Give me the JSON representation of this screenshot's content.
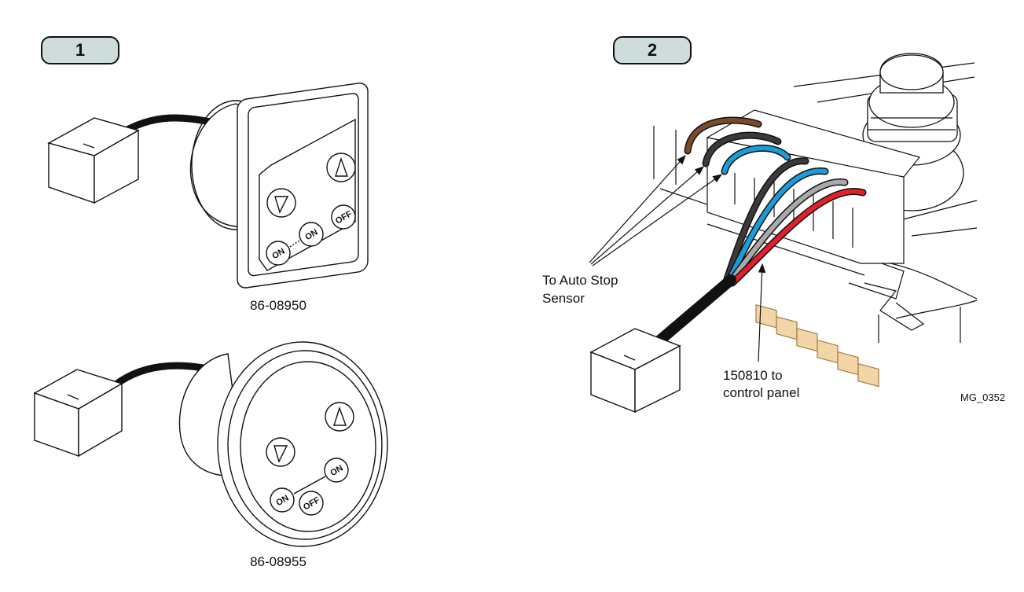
{
  "panels": [
    {
      "label": "1",
      "part_numbers": [
        "86-08950",
        "86-08955"
      ]
    },
    {
      "label": "2"
    }
  ],
  "buttons": {
    "on": "ON",
    "off": "OFF"
  },
  "callouts": {
    "auto_stop_line1": "To Auto Stop",
    "auto_stop_line2": "Sensor",
    "control_line1": "150810 to",
    "control_line2": "control panel"
  },
  "figure_ref": "MG_0352",
  "wire_colors": {
    "brown": "#7a4a2a",
    "black": "#2a2a2a",
    "blue": "#1e9ad6",
    "grey": "#a9a9a9",
    "red": "#e0202a",
    "terminal": "#f3d6a8"
  }
}
